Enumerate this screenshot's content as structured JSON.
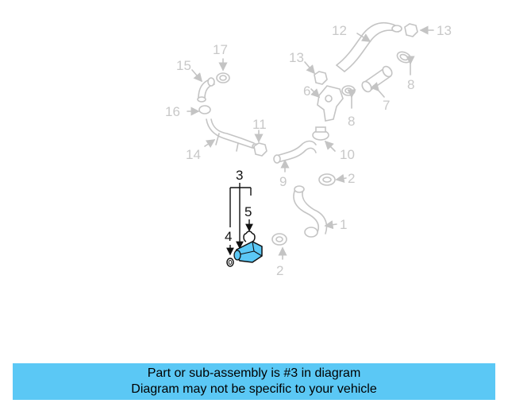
{
  "callouts": {
    "c1": "1",
    "c2a": "2",
    "c2b": "2",
    "c3": "3",
    "c4": "4",
    "c5": "5",
    "c6": "6",
    "c7": "7",
    "c8a": "8",
    "c8b": "8",
    "c9": "9",
    "c10": "10",
    "c11": "11",
    "c12": "12",
    "c13a": "13",
    "c13b": "13",
    "c14": "14",
    "c15": "15",
    "c16": "16",
    "c17": "17"
  },
  "caption": {
    "line1": "Part or sub-assembly is #3 in diagram",
    "line2": "Diagram may not be specific to your vehicle"
  },
  "colors": {
    "highlight_part": "#5bc8f5",
    "caption_bar": "#5bc8f5",
    "ghost_parts": "#c4c4c4"
  },
  "highlighted_callout": "3"
}
